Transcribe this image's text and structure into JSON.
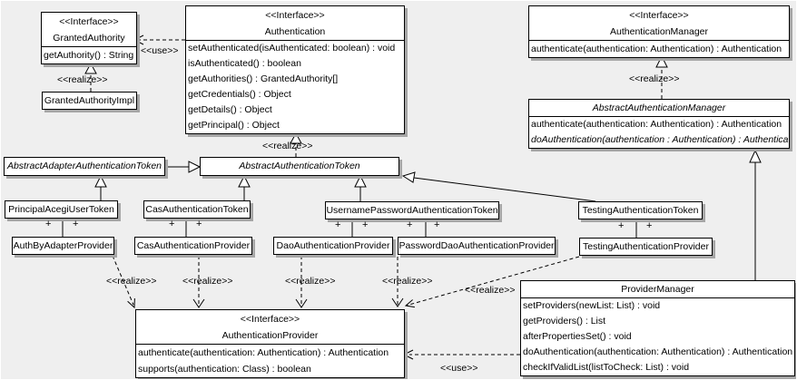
{
  "diagram": {
    "type": "uml-class-diagram",
    "labels": {
      "use": "&lt;&lt;use&gt;&gt;",
      "use_text": "<<use>>",
      "realize_text": "<<realize>>",
      "plus": "+"
    },
    "classes": {
      "granted_authority": {
        "stereotype": "<<Interface>>",
        "name": "GrantedAuthority",
        "methods": [
          "getAuthority() : String"
        ]
      },
      "authentication": {
        "stereotype": "<<Interface>>",
        "name": "Authentication",
        "methods": [
          "setAuthenticated(isAuthenticated: boolean) : void",
          "isAuthenticated() : boolean",
          "getAuthorities() : GrantedAuthority[]",
          "getCredentials() : Object",
          "getDetails() : Object",
          "getPrincipal() : Object"
        ]
      },
      "authentication_manager": {
        "stereotype": "<<Interface>>",
        "name": "AuthenticationManager",
        "methods": [
          "authenticate(authentication: Authentication) : Authentication"
        ]
      },
      "granted_authority_impl": {
        "name": "GrantedAuthorityImpl"
      },
      "abstract_authentication_manager": {
        "name": "AbstractAuthenticationManager",
        "methods": [
          "authenticate(authentication: Authentication) : Authentication",
          "doAuthentication(authentication : Authentication) : Authentication"
        ]
      },
      "abstract_adapter_authentication_token": {
        "name": "AbstractAdapterAuthenticationToken"
      },
      "abstract_authentication_token": {
        "name": "AbstractAuthenticationToken"
      },
      "principal_acegi_user_token": {
        "name": "PrincipalAcegiUserToken"
      },
      "cas_authentication_token": {
        "name": "CasAuthenticationToken"
      },
      "username_password_authentication_token": {
        "name": "UsernamePasswordAuthenticationToken"
      },
      "testing_authentication_token": {
        "name": "TestingAuthenticationToken"
      },
      "auth_by_adapter_provider": {
        "name": "AuthByAdapterProvider"
      },
      "cas_authentication_provider": {
        "name": "CasAuthenticationProvider"
      },
      "dao_authentication_provider": {
        "name": "DaoAuthenticationProvider"
      },
      "password_dao_authentication_provider": {
        "name": "PasswordDaoAuthenticationProvider"
      },
      "testing_authentication_provider": {
        "name": "TestingAuthenticationProvider"
      },
      "provider_manager": {
        "name": "ProviderManager",
        "methods": [
          "setProviders(newList: List) : void",
          "getProviders() : List",
          "afterPropertiesSet() : void",
          "doAuthentication(authentication: Authentication) : Authentication",
          "checkIfValidList(listToCheck: List) : void"
        ]
      },
      "authentication_provider": {
        "stereotype": "<<Interface>>",
        "name": "AuthenticationProvider",
        "methods": [
          "authenticate(authentication: Authentication) : Authentication",
          "supports(authentication: Class) : boolean"
        ]
      }
    }
  }
}
